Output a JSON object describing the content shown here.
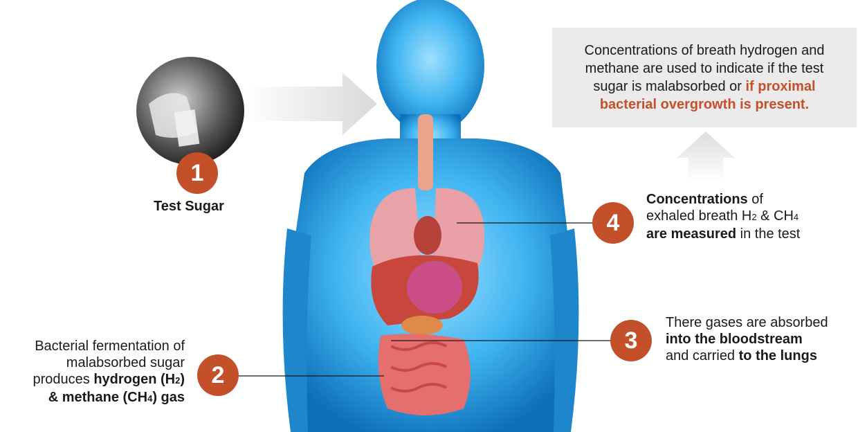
{
  "step1": {
    "number": "1",
    "label": "Test Sugar"
  },
  "step2": {
    "number": "2",
    "line1": "Bacterial fermentation of",
    "line2": "malabsorbed sugar",
    "line3_pre": "produces ",
    "line3_bold": "hydrogen (H",
    "line3_sub": "2",
    "line3_bold_end": ")",
    "line4_bold": "& methane (CH",
    "line4_sub": "4",
    "line4_bold_end": ") gas"
  },
  "step3": {
    "number": "3",
    "line1": "There gases are absorbed",
    "line2_bold": "into the bloodstream",
    "line3_pre": "and carried ",
    "line3_bold": "to the lungs"
  },
  "step4": {
    "number": "4",
    "line1_bold": "Concentrations",
    "line1_rest": " of",
    "line2_pre": "exhaled breath H",
    "line2_sub1": "2",
    "line2_mid": " & CH",
    "line2_sub2": "4",
    "line3_bold": "are measured",
    "line3_rest": " in the test"
  },
  "note": {
    "line1": "Concentrations of breath hydrogen and",
    "line2": "methane are used to indicate if the test",
    "line3_pre": "sugar is malabsorbed or ",
    "line3_hl": "if proximal",
    "line4_hl": "bacterial overgrowth is present."
  },
  "colors": {
    "accent": "#c4502a",
    "body": "#3fb4f0",
    "note_bg": "#ebebeb"
  }
}
